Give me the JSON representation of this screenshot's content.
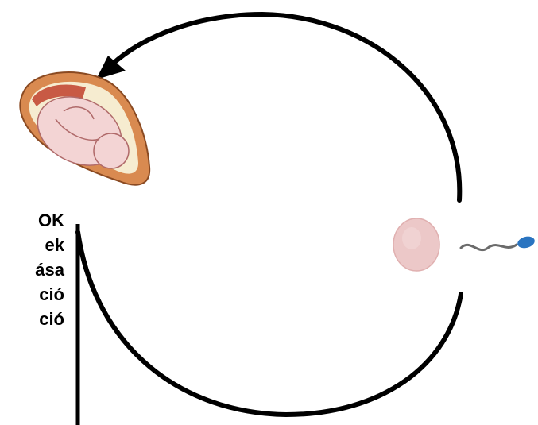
{
  "diagram": {
    "side_text_lines": [
      "OK",
      "ek",
      "ása",
      "ció",
      "ció"
    ],
    "colors": {
      "stroke": "#000000",
      "uterus_outer": "#d98a50",
      "uterus_inner": "#f6ecd0",
      "placenta": "#c85a44",
      "fetus": "#f3d4d4",
      "egg": "#ecc8c8",
      "sperm_head": "#2a74c0",
      "sperm_tail": "#6b6b6b"
    },
    "icons": [
      "pregnant-uterus-icon",
      "egg-cell-icon",
      "sperm-cell-icon",
      "arrowhead-icon"
    ]
  }
}
